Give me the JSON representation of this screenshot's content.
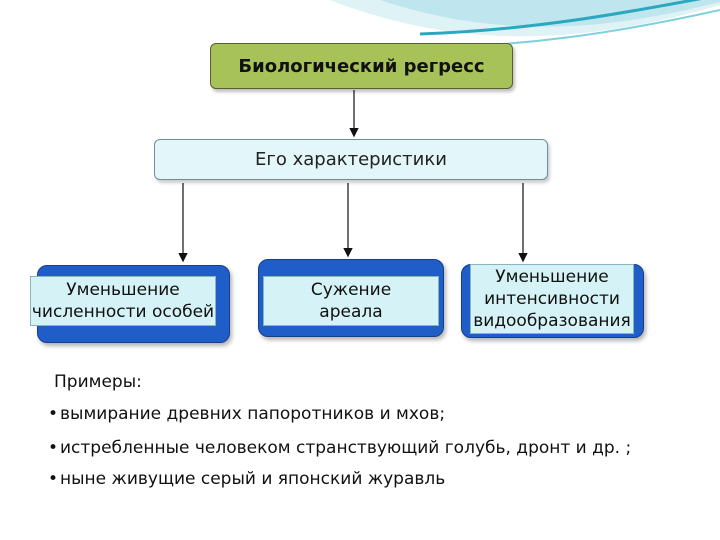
{
  "title": "Биологический регресс",
  "characteristics": "Его характеристики",
  "boxes": [
    {
      "line1": "Уменьшение",
      "line2": "численности особей",
      "line3": ""
    },
    {
      "line1": "Сужение",
      "line2": "ареала",
      "line3": ""
    },
    {
      "line1": "Уменьшение",
      "line2": "интенсивности",
      "line3": "видообразования"
    }
  ],
  "examples": {
    "heading": "Примеры:",
    "items": [
      "вымирание древних папоротников и мхов;",
      "истребленные человеком странствующий голубь, дронт и др. ;",
      "ныне живущие серый и японский журавль"
    ],
    "bullet": "•"
  },
  "colors": {
    "title_fill": "#a8c25a",
    "char_fill": "#e3f6fa",
    "card_blue": "#1f5ec8",
    "inner_fill": "#d5f3f6",
    "teal_accent": "#2aa8bf"
  }
}
